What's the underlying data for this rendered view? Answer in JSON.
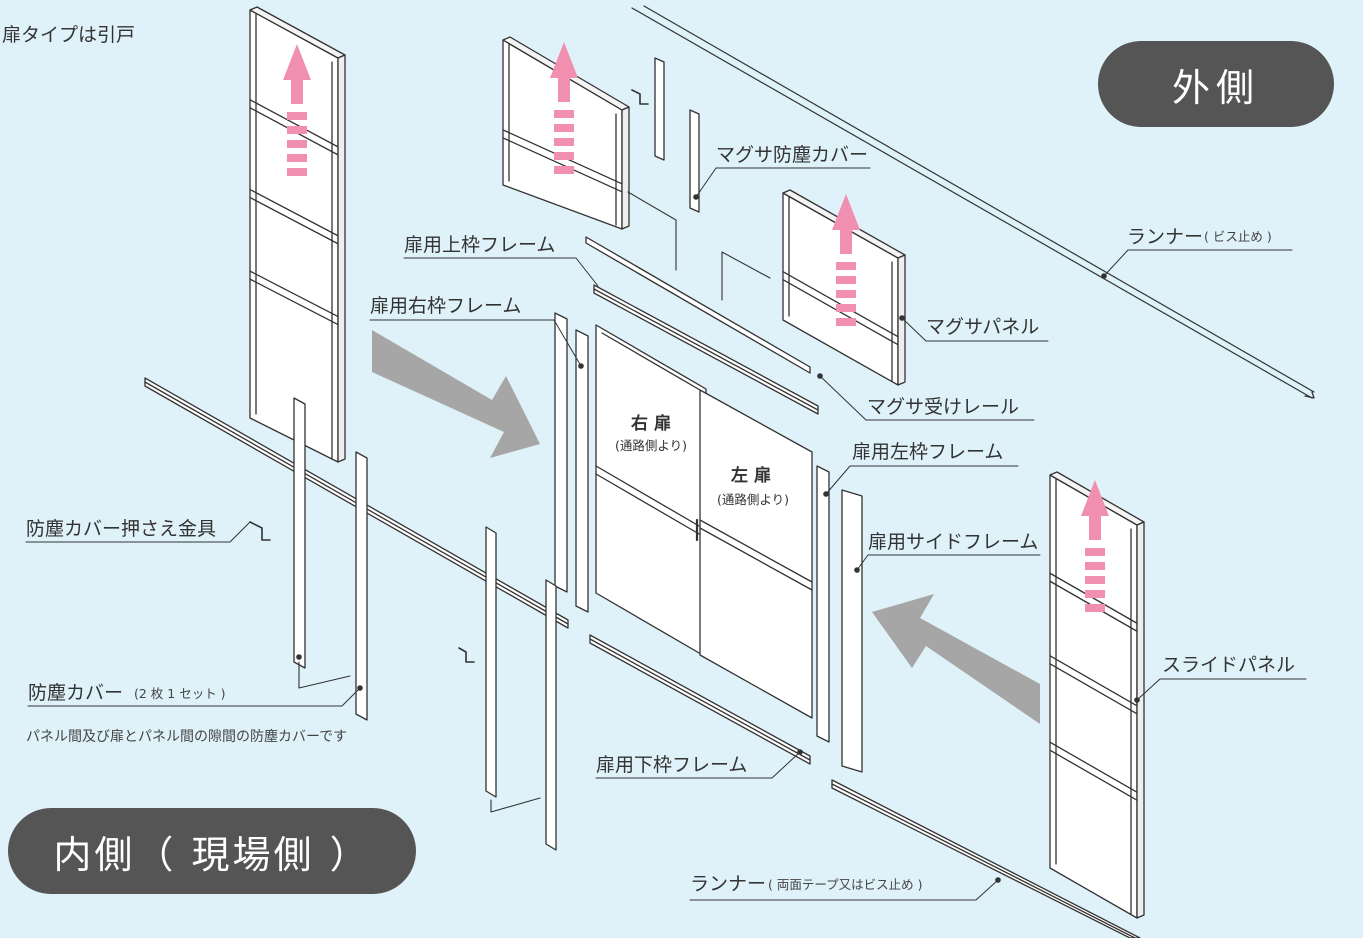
{
  "colors": {
    "background": "#dff1f9",
    "frame": "#ffffff",
    "stroke": "#333333",
    "pill": "#555555",
    "pink_arrow": "#f08fb0",
    "gray_arrow": "#a6a6a6",
    "text": "#333333"
  },
  "header": {
    "door_type": "扉タイプは引戸"
  },
  "badges": {
    "outside": "外側",
    "inside": "内側（ 現場側 ）"
  },
  "labels": {
    "magusa_dust_cover": "マグサ防塵カバー",
    "runner_top": "ランナー",
    "runner_top_note": "( ビス止め )",
    "top_frame": "扉用上枠フレーム",
    "right_frame": "扉用右枠フレーム",
    "magusa_panel": "マグサパネル",
    "magusa_rail": "マグサ受けレール",
    "left_frame": "扉用左枠フレーム",
    "cover_fixture": "防塵カバー押さえ金具",
    "side_frame": "扉用サイドフレーム",
    "slide_panel": "スライドパネル",
    "dust_cover": "防塵カバー",
    "dust_cover_note": "(2 枚 1 セット )",
    "dust_cover_desc": "パネル間及び扉とパネル間の隙間の防塵カバーです",
    "bottom_frame": "扉用下枠フレーム",
    "runner_bottom": "ランナー",
    "runner_bottom_note": "( 両面テープ又はビス止め )"
  },
  "doors": {
    "right": "右 扉",
    "right_sub": "(通路側より)",
    "left": "左 扉",
    "left_sub": "(通路側より)"
  }
}
